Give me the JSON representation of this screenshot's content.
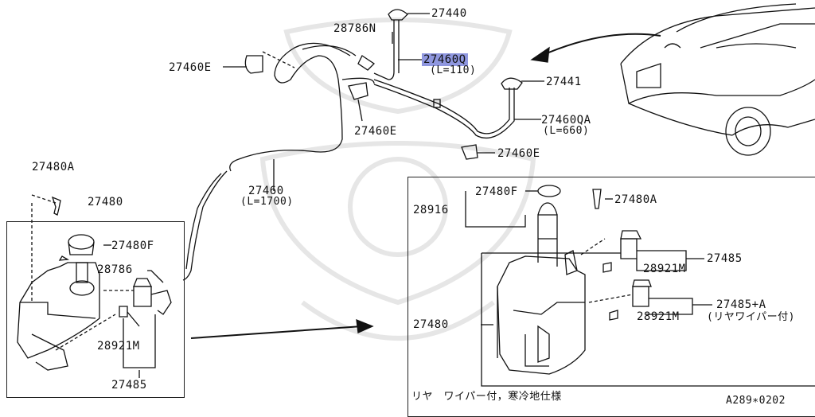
{
  "labels": {
    "p27440": "27440",
    "p28786N": "28786N",
    "p27460E_a": "27460E",
    "p27460Q": "27460Q",
    "p27460Q_len": "(L=110)",
    "p27441": "27441",
    "p27460E_b": "27460E",
    "p27460QA": "27460QA",
    "p27460QA_len": "(L=660)",
    "p27460E_c": "27460E",
    "p27460": "27460",
    "p27460_len": "(L=1700)",
    "p27480A_left": "27480A",
    "p27480_left": "27480",
    "p27480F_left": "27480F",
    "p28786": "28786",
    "p28921M_left": "28921M",
    "p27485_left": "27485",
    "p27480F_right": "27480F",
    "p27480A_right": "27480A",
    "p28916": "28916",
    "p27485_right": "27485",
    "p28921M_right1": "28921M",
    "p27480_right": "27480",
    "p27485A": "27485+A",
    "p28921M_right2": "28921M",
    "p27485A_note": "(リヤワイパー付)"
  },
  "footer": {
    "note": "リヤ　ワイパー付，寒冷地仕様",
    "code": "A289∗0202"
  },
  "highlight_color": "#8f97df"
}
